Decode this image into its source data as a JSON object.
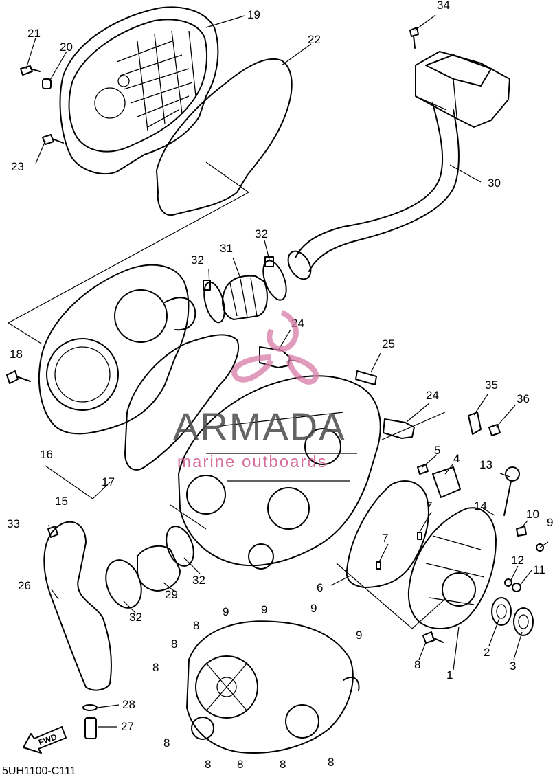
{
  "diagram": {
    "code": "5UH1100-C111",
    "fwd": "FWD",
    "watermark": {
      "brand": "ARMADA",
      "tagline": "marine outboards"
    },
    "callouts": [
      {
        "id": "c19",
        "text": "19"
      },
      {
        "id": "c22",
        "text": "22"
      },
      {
        "id": "c21",
        "text": "21"
      },
      {
        "id": "c20",
        "text": "20"
      },
      {
        "id": "c23",
        "text": "23"
      },
      {
        "id": "c34",
        "text": "34"
      },
      {
        "id": "c30",
        "text": "30"
      },
      {
        "id": "c32a",
        "text": "32"
      },
      {
        "id": "c31",
        "text": "31"
      },
      {
        "id": "c32b",
        "text": "32"
      },
      {
        "id": "c24a",
        "text": "24"
      },
      {
        "id": "c18",
        "text": "18"
      },
      {
        "id": "c25",
        "text": "25"
      },
      {
        "id": "c24b",
        "text": "24"
      },
      {
        "id": "c35",
        "text": "35"
      },
      {
        "id": "c36",
        "text": "36"
      },
      {
        "id": "c5",
        "text": "5"
      },
      {
        "id": "c4",
        "text": "4"
      },
      {
        "id": "c13",
        "text": "13"
      },
      {
        "id": "c16",
        "text": "16"
      },
      {
        "id": "c17",
        "text": "17"
      },
      {
        "id": "c15",
        "text": "15"
      },
      {
        "id": "c7a",
        "text": "7"
      },
      {
        "id": "c14",
        "text": "14"
      },
      {
        "id": "c10",
        "text": "10"
      },
      {
        "id": "c9a",
        "text": "9"
      },
      {
        "id": "c33",
        "text": "33"
      },
      {
        "id": "c7b",
        "text": "7"
      },
      {
        "id": "c12",
        "text": "12"
      },
      {
        "id": "c11",
        "text": "11"
      },
      {
        "id": "c6",
        "text": "6"
      },
      {
        "id": "c26",
        "text": "26"
      },
      {
        "id": "c32c",
        "text": "32"
      },
      {
        "id": "c29",
        "text": "29"
      },
      {
        "id": "c32d",
        "text": "32"
      },
      {
        "id": "c9b",
        "text": "9"
      },
      {
        "id": "c9c",
        "text": "9"
      },
      {
        "id": "c9d",
        "text": "9"
      },
      {
        "id": "c8a",
        "text": "8"
      },
      {
        "id": "c8b",
        "text": "8"
      },
      {
        "id": "c9e",
        "text": "9"
      },
      {
        "id": "c8c",
        "text": "8"
      },
      {
        "id": "c2",
        "text": "2"
      },
      {
        "id": "c1",
        "text": "1"
      },
      {
        "id": "c3",
        "text": "3"
      },
      {
        "id": "c8d",
        "text": "8"
      },
      {
        "id": "c28",
        "text": "28"
      },
      {
        "id": "c27",
        "text": "27"
      },
      {
        "id": "c8e",
        "text": "8"
      },
      {
        "id": "c8f",
        "text": "8"
      },
      {
        "id": "c8g",
        "text": "8"
      },
      {
        "id": "c8h",
        "text": "8"
      },
      {
        "id": "c8i",
        "text": "8"
      }
    ]
  }
}
